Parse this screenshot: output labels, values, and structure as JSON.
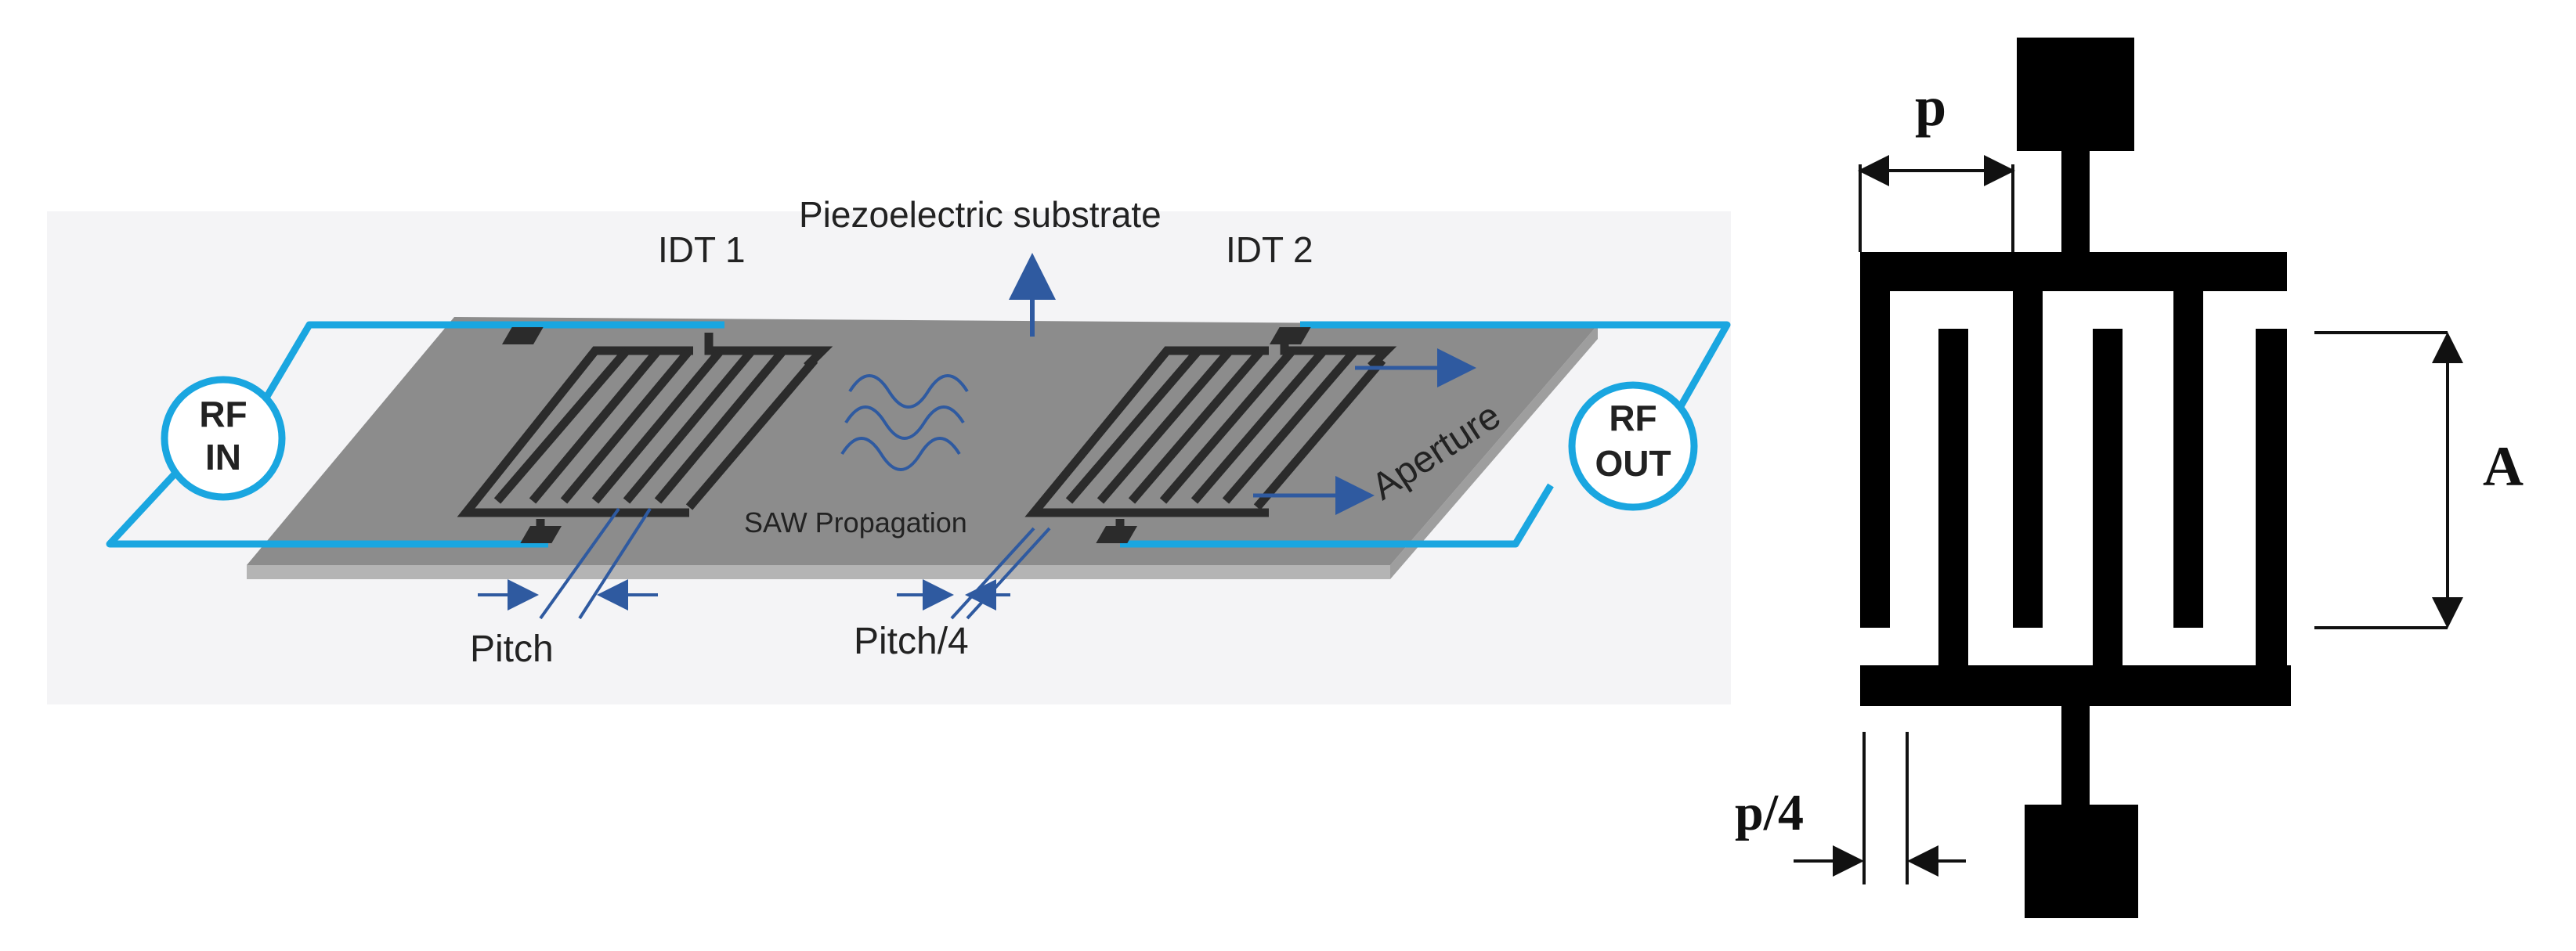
{
  "left_diagram": {
    "substrate_label": "Piezoelectric substrate",
    "idt1_label": "IDT 1",
    "idt2_label": "IDT 2",
    "rf_in": {
      "line1": "RF",
      "line2": "IN"
    },
    "rf_out": {
      "line1": "RF",
      "line2": "OUT"
    },
    "saw_label": "SAW Propagation",
    "aperture_label": "Aperture",
    "pitch_label": "Pitch",
    "pitch_quarter_label": "Pitch/4"
  },
  "right_diagram": {
    "p_label": "p",
    "a_label": "A",
    "p4_label": "p/4"
  },
  "colors": {
    "substrate_top": "#8c8c8c",
    "substrate_edge": "#b4b4b4",
    "electrode": "#2b2b2b",
    "wire": "#1aa6e0",
    "annotation": "#2f5aa0",
    "text": "#222222",
    "panel_bg": "#f4f4f6"
  }
}
